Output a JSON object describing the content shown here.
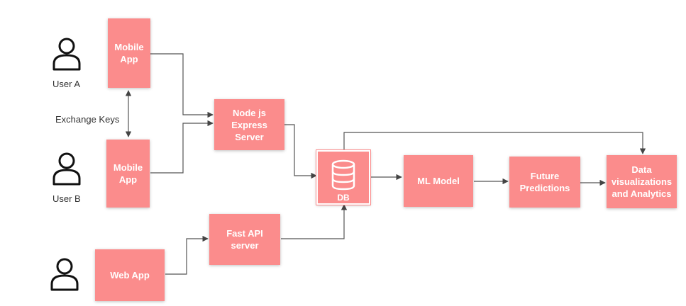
{
  "colors": {
    "box_fill": "#fb8c8c",
    "box_text": "#ffffff",
    "line": "#555555",
    "icon_stroke": "#111111"
  },
  "users": [
    {
      "label": "User A"
    },
    {
      "label": "User B"
    }
  ],
  "note": {
    "exchange_keys": "Exchange Keys"
  },
  "boxes": {
    "mobile_app_a": "Mobile\nApp",
    "mobile_app_b": "Mobile\nApp",
    "node_server": "Node js\nExpress\nServer",
    "fast_api": "Fast API\nserver",
    "web_app": "Web App",
    "db": "DB",
    "ml_model": "ML Model",
    "future_predictions": "Future\nPredictions",
    "data_viz": "Data\nvisualizations\nand Analytics"
  }
}
